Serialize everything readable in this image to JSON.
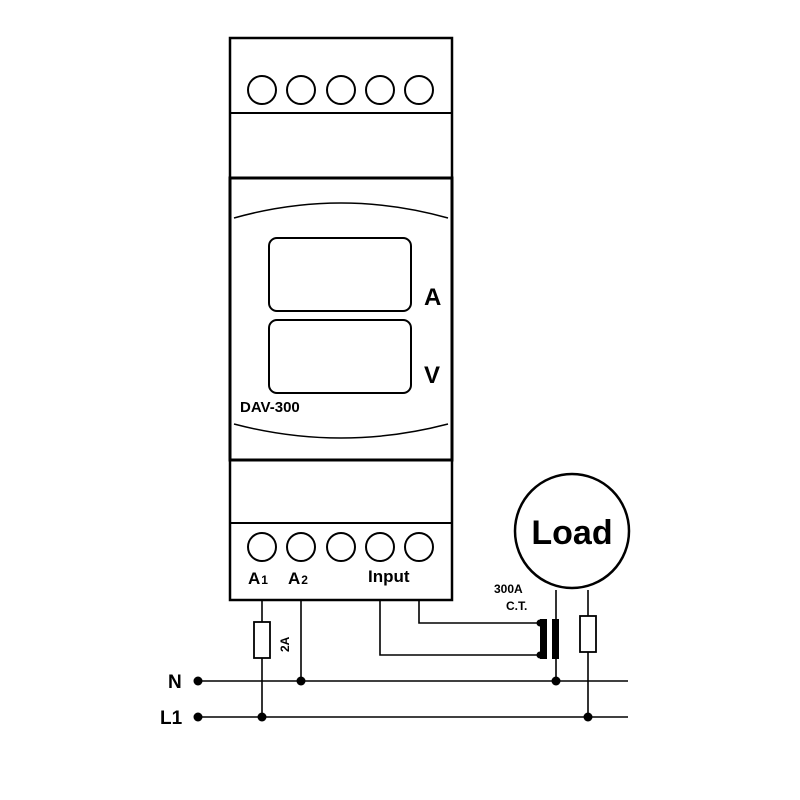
{
  "device": {
    "model": "DAV-300",
    "display_units": {
      "upper": "A",
      "lower": "V"
    }
  },
  "terminals": {
    "a1": {
      "letter": "A",
      "sub": "1"
    },
    "a2": {
      "letter": "A",
      "sub": "2"
    },
    "input": "Input"
  },
  "components": {
    "fuse_rating": "2A",
    "ct_rating": "300A",
    "ct_label": "C.T.",
    "load": "Load"
  },
  "lines": {
    "neutral": "N",
    "live": "L1"
  },
  "colors": {
    "ink": "#000000",
    "paper": "#ffffff"
  }
}
